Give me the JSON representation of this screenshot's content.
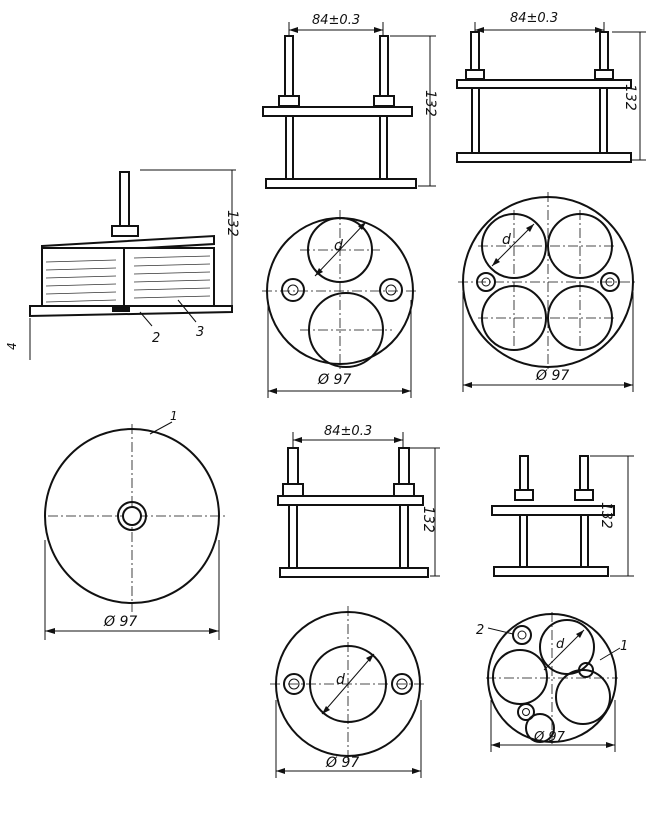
{
  "labels": {
    "dim_spacing": "84±0.3",
    "dim_height": "132",
    "dim_diameter": "Ø 97",
    "dim_d": "d",
    "dim_4": "4",
    "callout_1": "1",
    "callout_2": "2",
    "callout_3": "3"
  },
  "colors": {
    "ink": "#111111",
    "paper": "#ffffff"
  }
}
